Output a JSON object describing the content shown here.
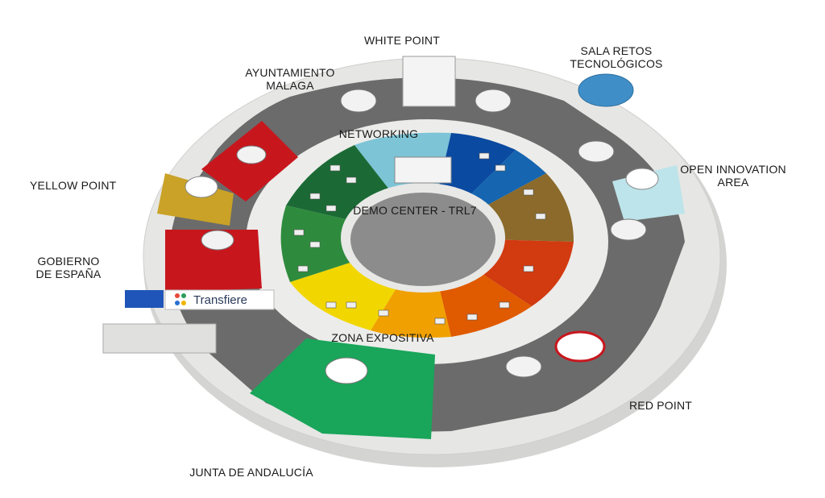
{
  "labels": {
    "white_point": "WHITE POINT",
    "ayuntamiento_line1": "AYUNTAMIENTO",
    "ayuntamiento_line2": "MALAGA",
    "sala_retos_line1": "SALA RETOS",
    "sala_retos_line2": "TECNOLÓGICOS",
    "networking": "NETWORKING",
    "yellow_point": "YELLOW POINT",
    "open_innovation_line1": "OPEN INNOVATION",
    "open_innovation_line2": "AREA",
    "demo_center": "DEMO CENTER - TRL7",
    "gobierno_line1": "GOBIERNO",
    "gobierno_line2": "DE ESPAÑA",
    "zona_expositiva": "ZONA EXPOSITIVA",
    "red_point": "RED POINT",
    "junta": "JUNTA DE ANDALUCÍA",
    "sponsor_banner": "Transfiere"
  },
  "colors": {
    "floor_outer": "#e4e4e2",
    "corridor": "#eeeeec",
    "booth_grey": "#6b6b6b",
    "red_zone": "#c8161d",
    "yellow_point": "#c9a227",
    "green_zone": "#19a55a",
    "demo_center": "#8c8c8c",
    "ring_segments": [
      "#1b6a35",
      "#2e8b3d",
      "#f2d600",
      "#f0a000",
      "#e05a00",
      "#d23a10",
      "#8b6a2b",
      "#0a4aa0",
      "#1565b0",
      "#7cc4d6"
    ]
  }
}
